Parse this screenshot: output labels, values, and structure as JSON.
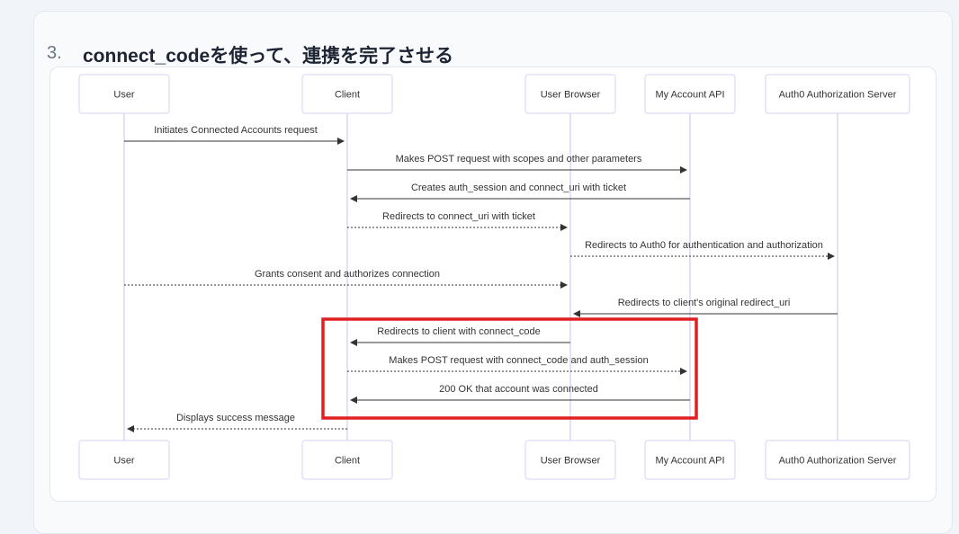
{
  "step": {
    "number": "3.",
    "title": "connect_codeを使って、連携を完了させる"
  },
  "participants": [
    "User",
    "Client",
    "User Browser",
    "My Account API",
    "Auth0 Authorization Server"
  ],
  "messages": [
    {
      "from": 0,
      "to": 1,
      "style": "solid",
      "label": "Initiates Connected Accounts request"
    },
    {
      "from": 1,
      "to": 3,
      "style": "solid",
      "label": "Makes POST request with scopes and other parameters"
    },
    {
      "from": 3,
      "to": 1,
      "style": "solid",
      "label": "Creates auth_session and connect_uri with ticket"
    },
    {
      "from": 1,
      "to": 2,
      "style": "dashed",
      "label": "Redirects to connect_uri with ticket"
    },
    {
      "from": 2,
      "to": 4,
      "style": "dashed",
      "label": "Redirects to Auth0 for authentication and authorization"
    },
    {
      "from": 0,
      "to": 2,
      "style": "dashed",
      "label": "Grants consent and authorizes connection"
    },
    {
      "from": 4,
      "to": 2,
      "style": "solid",
      "label": "Redirects to client's original redirect_uri"
    },
    {
      "from": 2,
      "to": 1,
      "style": "solid",
      "label": "Redirects to client with connect_code"
    },
    {
      "from": 1,
      "to": 3,
      "style": "dashed",
      "label": "Makes POST request with connect_code and auth_session"
    },
    {
      "from": 3,
      "to": 1,
      "style": "solid",
      "label": "200 OK that account was connected"
    },
    {
      "from": 1,
      "to": 0,
      "style": "dashed",
      "label": "Displays success message"
    }
  ],
  "highlight": {
    "messages": [
      7,
      8,
      9
    ],
    "color": "#e02020"
  },
  "colors": {
    "box_border": "#d7d3f3",
    "lifeline": "#c9c3ef",
    "arrow": "#333333"
  }
}
